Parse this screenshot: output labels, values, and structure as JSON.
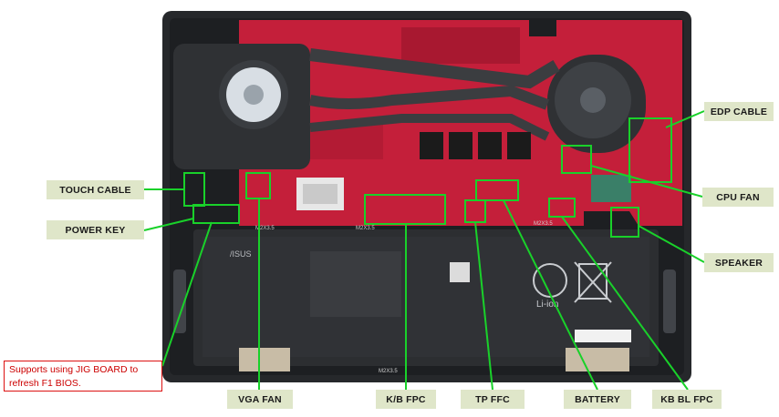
{
  "labels": {
    "touch_cable": "TOUCH CABLE",
    "power_key": "POWER KEY",
    "vga_fan": "VGA FAN",
    "kb_fpc": "K/B FPC",
    "tp_ffc": "TP FFC",
    "battery": "BATTERY",
    "kb_bl_fpc": "KB BL FPC",
    "edp_cable": "EDP CABLE",
    "cpu_fan": "CPU FAN",
    "speaker": "SPEAKER"
  },
  "note": "Supports using JIG BOARD to refresh F1 BIOS.",
  "board_text": {
    "asus": "/ISUS",
    "li_ion": "Li-ion",
    "screw_a": "M2X3.5",
    "screw_b": "M2X3.5",
    "screw_c": "M2X3.5",
    "screw_d": "M2X3.5"
  },
  "colors": {
    "highlight": "#19d12a",
    "pcb": "#c41f3a",
    "chassis": "#26282b",
    "label_bg": "#dfe6c9",
    "note_border": "#dd1111"
  }
}
